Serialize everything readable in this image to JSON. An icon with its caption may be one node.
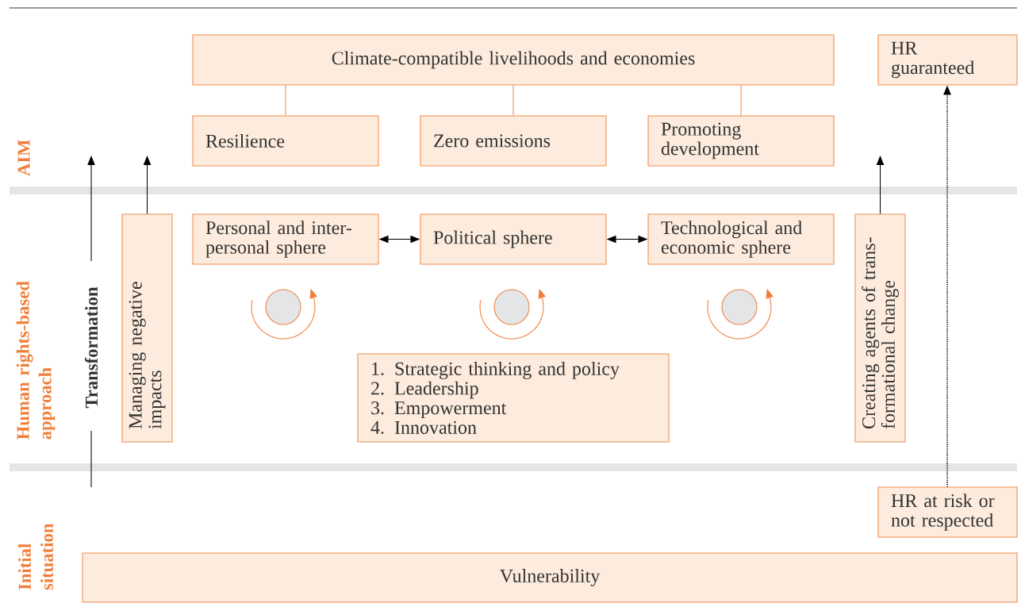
{
  "diagram": {
    "nodes": [
      {
        "text": [
          "Climate-compatible livelihoods and economies"
        ]
      },
      {
        "text": [
          "HR guaranteed"
        ]
      },
      {
        "text": [
          "Resilience"
        ]
      },
      {
        "text": [
          "Zero emissions"
        ]
      },
      {
        "text": [
          "Promoting development"
        ]
      },
      {
        "text": [
          "Managing negative impacts"
        ]
      },
      {
        "text": [
          "Personal and inter- personal sphere"
        ]
      },
      {
        "text": [
          "Political sphere"
        ]
      },
      {
        "text": [
          "Technological and economic sphere"
        ]
      },
      {
        "text": [
          "Creating agents of trans- formational change"
        ]
      },
      {
        "text": [
          "1. Strategic thinking and policy",
          "2. Leadership",
          "3. Empowerment",
          "4. Innovation"
        ]
      },
      {
        "text": [
          "HR at risk or not respected"
        ]
      },
      {
        "text": [
          "Vulnerability"
        ]
      }
    ],
    "edges": [
      {
        "from": 0,
        "to": 2,
        "arrow": "none",
        "color": "#f28c4f"
      },
      {
        "from": 0,
        "to": 3,
        "arrow": "none",
        "color": "#f28c4f"
      },
      {
        "from": 0,
        "to": 4,
        "arrow": "none",
        "color": "#f28c4f"
      },
      {
        "from": 6,
        "to": 7,
        "arrow": "both"
      },
      {
        "from": 7,
        "to": 8,
        "arrow": "both"
      },
      {
        "from": 5,
        "to": null,
        "arrow": "to"
      },
      {
        "from": 9,
        "to": null,
        "arrow": "to"
      },
      {
        "from": 11,
        "to": 1,
        "arrow": "to",
        "style": "dashed"
      }
    ],
    "labels": [
      "AIM",
      "Human rights-based approach",
      "Transformation",
      "Initial situation"
    ]
  }
}
